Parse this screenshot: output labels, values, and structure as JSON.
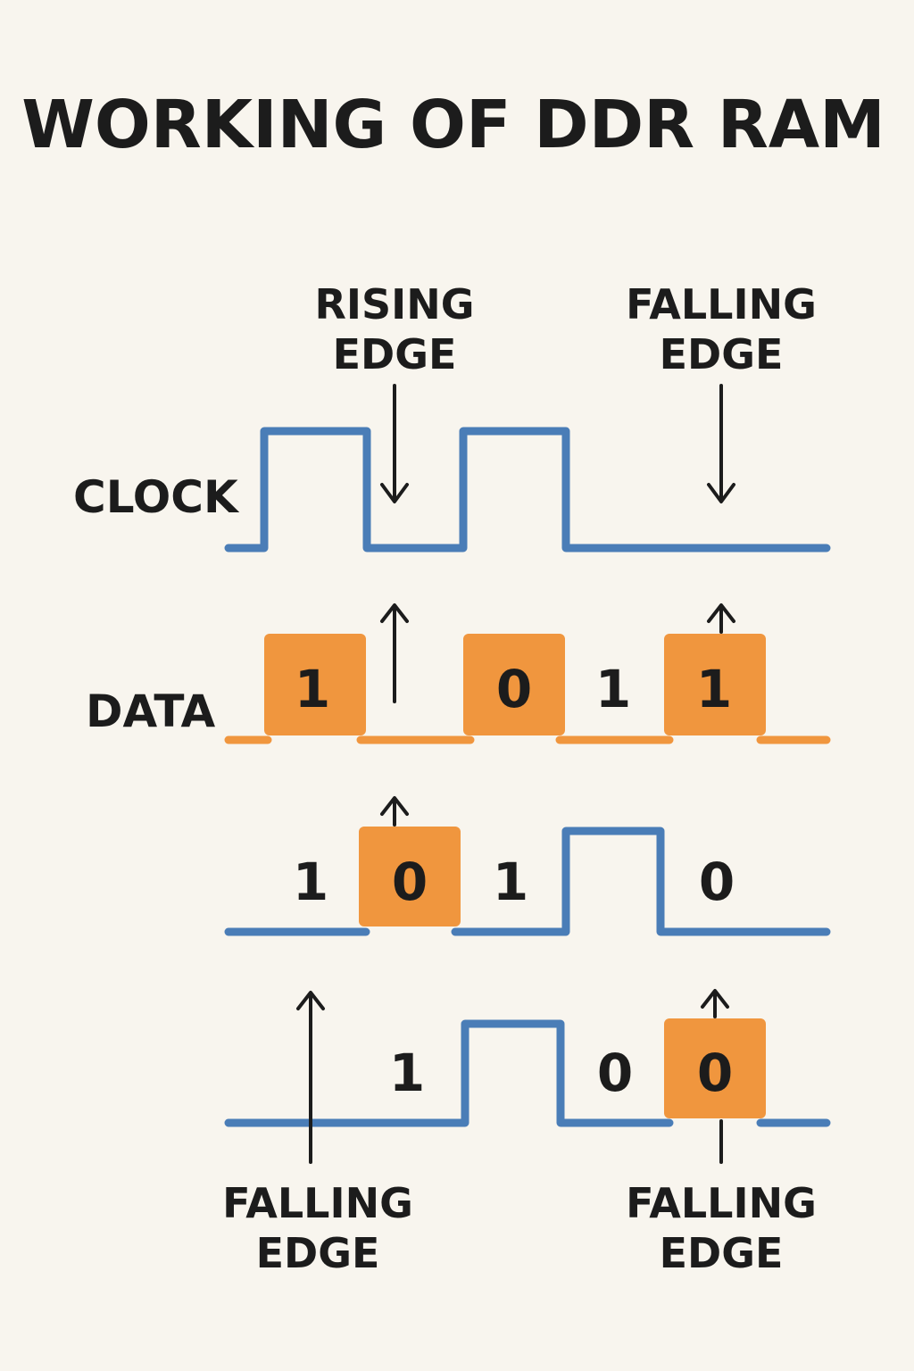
{
  "title": "WORKING OF DDR RAM",
  "labels": {
    "rising_edge_top": [
      "RISING",
      "EDGE"
    ],
    "falling_edge_top": [
      "FALLING",
      "EDGE"
    ],
    "falling_edge_bottom_left": [
      "FALLING",
      "EDGE"
    ],
    "falling_edge_bottom_right": [
      "FALLING",
      "EDGE"
    ],
    "clock": "CLOCK",
    "data": "DATA"
  },
  "rows": {
    "data_row_1": [
      "1",
      "0",
      "1",
      "1"
    ],
    "data_row_2": [
      "1",
      "0",
      "1",
      "0"
    ],
    "data_row_3": [
      "1",
      "0",
      "0"
    ]
  },
  "colors": {
    "background": "#f8f5ee",
    "clock_blue": "#4a7db7",
    "data_orange": "#f0963e",
    "text": "#1c1c1c"
  }
}
